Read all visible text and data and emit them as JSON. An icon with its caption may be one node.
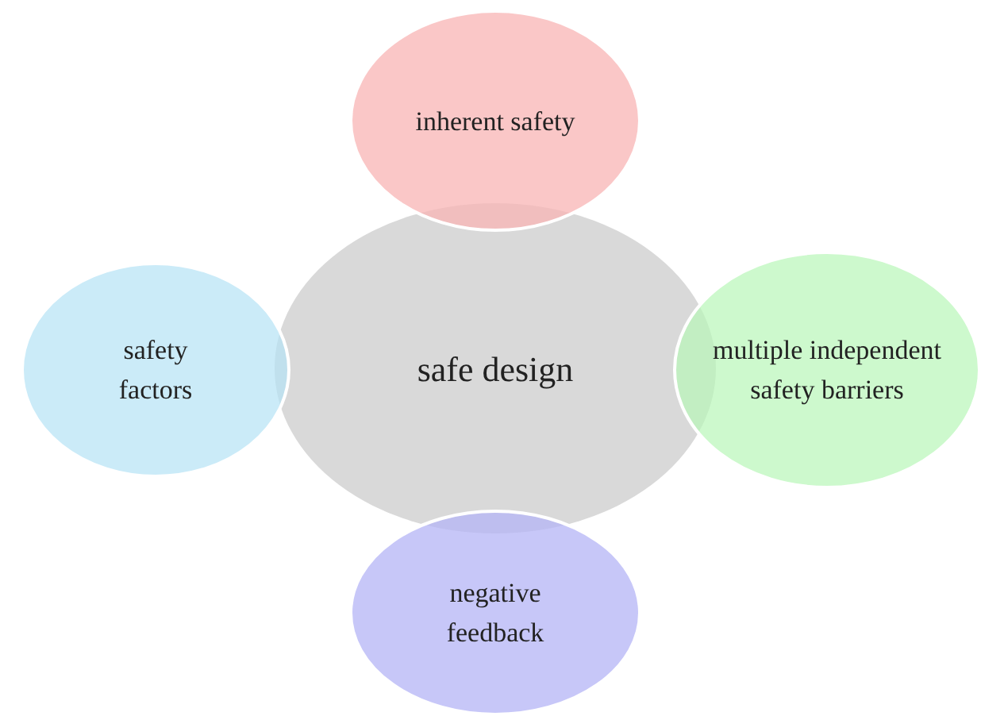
{
  "diagram": {
    "nodes": [
      {
        "text": [
          "inherent safety"
        ]
      },
      {
        "text": [
          "safety factors"
        ]
      },
      {
        "text": [
          "safe design"
        ]
      },
      {
        "text": [
          "multiple independent safety barriers"
        ]
      },
      {
        "text": [
          "negative feedback"
        ]
      }
    ],
    "edges": []
  }
}
